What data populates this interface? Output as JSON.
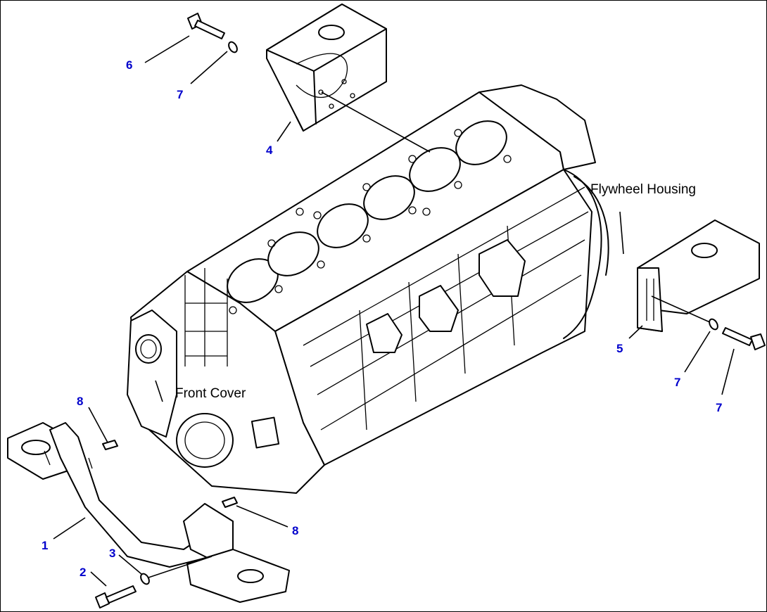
{
  "labels": {
    "flywheel_housing": "Flywheel Housing",
    "front_cover": "Front Cover"
  },
  "callouts": [
    {
      "id": "c6",
      "text": "6"
    },
    {
      "id": "c7a",
      "text": "7"
    },
    {
      "id": "c4",
      "text": "4"
    },
    {
      "id": "c5",
      "text": "5"
    },
    {
      "id": "c7b",
      "text": "7"
    },
    {
      "id": "c7c",
      "text": "7"
    },
    {
      "id": "c8a",
      "text": "8"
    },
    {
      "id": "c8b",
      "text": "8"
    },
    {
      "id": "c1",
      "text": "1"
    },
    {
      "id": "c3",
      "text": "3"
    },
    {
      "id": "c2",
      "text": "2"
    }
  ],
  "colors": {
    "callout": "#0000cc",
    "line": "#000000",
    "background": "#ffffff"
  }
}
